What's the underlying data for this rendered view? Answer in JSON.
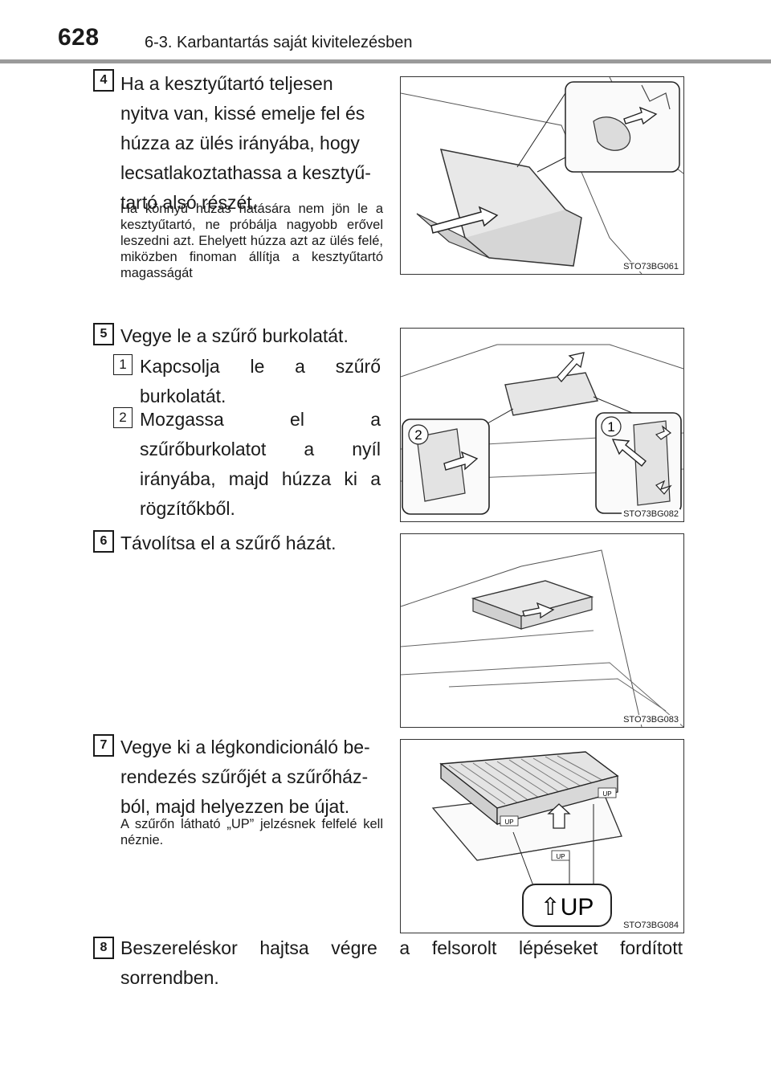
{
  "header": {
    "page_number": "628",
    "section": "6-3. Karbantartás saját kivitelezésben"
  },
  "steps": [
    {
      "num": "4",
      "lines": [
        "Ha a kesztyűtartó teljesen",
        "nyitva van, kissé emelje fel és",
        "húzza az ülés irányába, hogy",
        "lecsatlakoztathassa a kesztyű-",
        "tartó alsó részét."
      ],
      "note": "Ha könnyű húzás hatására nem jön le a kesztyűtartó, ne próbálja nagyobb erővel leszedni azt. Ehelyett húzza azt az ülés felé, miközben finoman állítja a kesztyűtartó magasságát",
      "figure": "STO73BG061"
    },
    {
      "num": "5",
      "lines": [
        "Vegye le a szűrő burkolatát."
      ],
      "substeps": [
        {
          "num": "1",
          "text": "Kapcsolja le a szűrő burkolatát."
        },
        {
          "num": "2",
          "text": "Mozgassa el a szűrőburkolatot a nyíl irányába, majd húzza ki a rögzítőkből."
        }
      ],
      "figure": "STO73BG082",
      "callout_1": "1",
      "callout_2": "2"
    },
    {
      "num": "6",
      "lines": [
        "Távolítsa el a szűrő házát."
      ],
      "figure": "STO73BG083"
    },
    {
      "num": "7",
      "lines": [
        "Vegye ki a légkondicionáló be-",
        "rendezés szűrőjét a szűrőház-",
        "ból, majd helyezzen be újat."
      ],
      "note": "A szűrőn látható „UP” jelzésnek felfelé kell néznie.",
      "figure": "STO73BG084",
      "up_label": "⇧UP",
      "up_small": "UP"
    },
    {
      "num": "8",
      "text": "Beszereléskor hajtsa végre a felsorolt lépéseket fordított sorrendben."
    }
  ]
}
